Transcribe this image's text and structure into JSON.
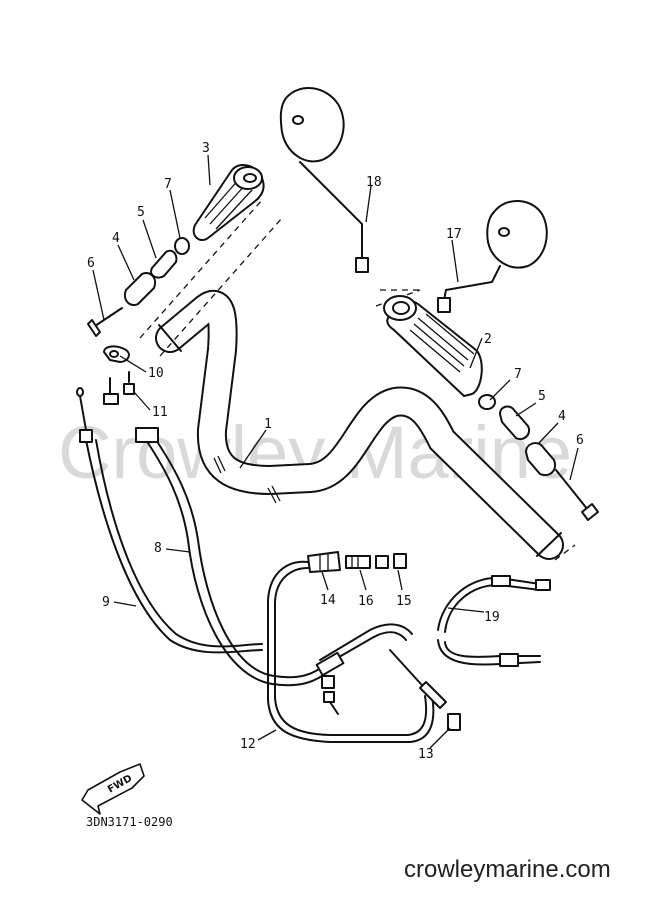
{
  "watermark": "Crowley Marine",
  "site": "crowleymarine.com",
  "diagram_code": "3DN3171-0290",
  "direction_label": "FWD",
  "callouts": [
    "1",
    "2",
    "3",
    "4",
    "5",
    "6",
    "7",
    "8",
    "9",
    "10",
    "11",
    "12",
    "13",
    "14",
    "15",
    "16",
    "17",
    "18",
    "19",
    "4",
    "5",
    "6",
    "7"
  ]
}
